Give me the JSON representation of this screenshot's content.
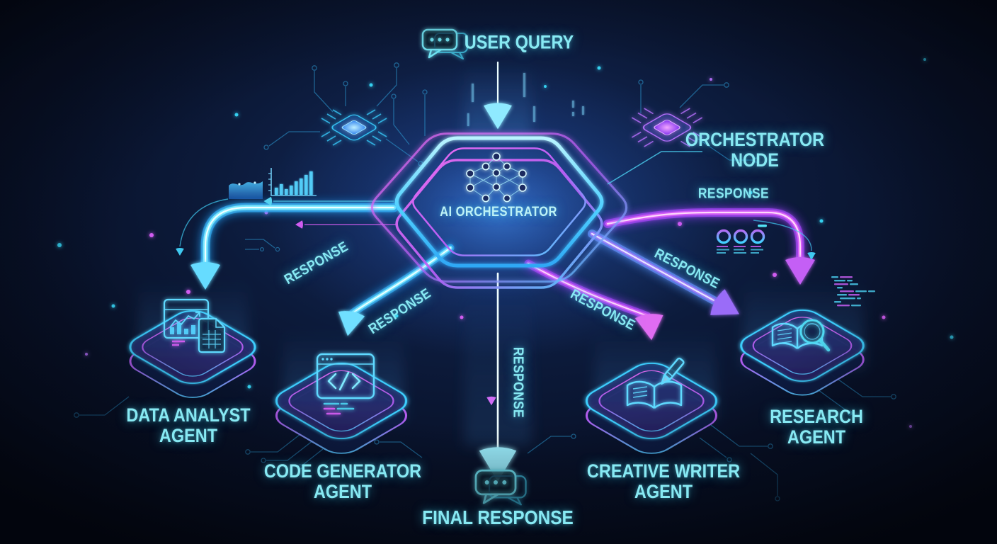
{
  "scene": {
    "type": "multi-agent orchestration diagram"
  },
  "nodes": {
    "user_query": {
      "label": "USER QUERY",
      "icon": "chat-bubble-icon"
    },
    "orchestrator": {
      "label": "AI ORCHESTRATOR",
      "icon": "neural-network-icon",
      "callout_line1": "ORCHESTRATOR",
      "callout_line2": "NODE"
    },
    "final_response": {
      "label": "FINAL RESPONSE",
      "icon": "chat-bubbles-icon"
    },
    "agents": [
      {
        "line1": "DATA ANALYST",
        "line2": "AGENT",
        "icon": "analytics-window-icon"
      },
      {
        "line1": "CODE GENERATOR",
        "line2": "AGENT",
        "icon": "code-window-icon"
      },
      {
        "line1": "CREATIVE WRITER",
        "line2": "AGENT",
        "icon": "book-pen-icon"
      },
      {
        "line1": "RESEARCH",
        "line2": "AGENT",
        "icon": "book-magnifier-icon"
      }
    ]
  },
  "edges": {
    "response_labels": [
      "RESPONSE",
      "RESPONSE",
      "RESPONSE",
      "RESPONSE",
      "RESPONSE",
      "RESPONSE"
    ]
  },
  "colors": {
    "background": "#081128",
    "text_cyan": "#87e9f3",
    "beam_cyan": "#3fd2ff",
    "beam_magenta": "#c44df5",
    "rim_purple": "#b44df0"
  }
}
